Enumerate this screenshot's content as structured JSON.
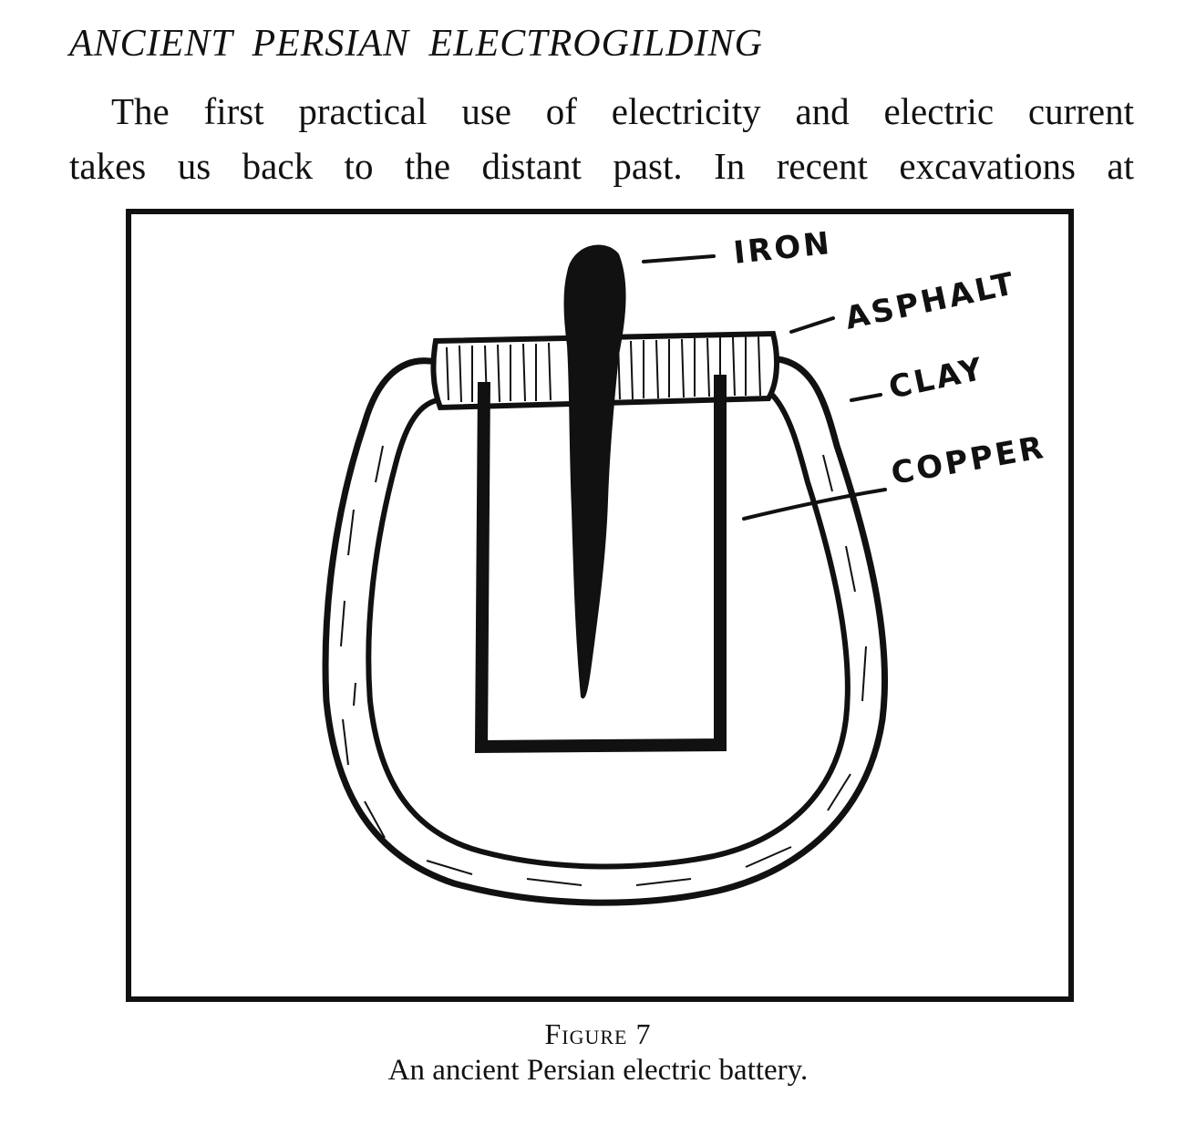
{
  "heading": "ANCIENT PERSIAN ELECTROGILDING",
  "paragraph": {
    "line1": "The first practical use of electricity and electric current",
    "line2": "takes us back to the distant past. In recent excavations at"
  },
  "figure": {
    "labels": {
      "iron": "IRON",
      "asphalt": "ASPHALT",
      "clay": "CLAY",
      "copper": "COPPER"
    },
    "number": "Figure 7",
    "caption": "An ancient Persian electric battery."
  }
}
